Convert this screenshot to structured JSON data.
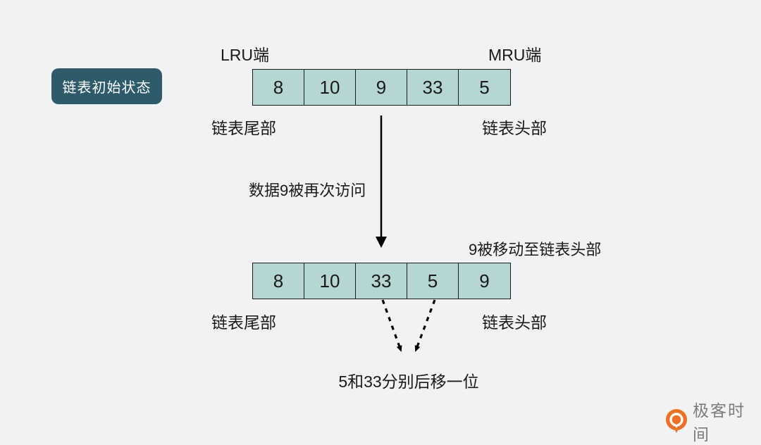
{
  "badge": {
    "label": "链表初始状态"
  },
  "list1": {
    "lru_label": "LRU端",
    "mru_label": "MRU端",
    "cells": [
      "8",
      "10",
      "9",
      "33",
      "5"
    ],
    "tail_label": "链表尾部",
    "head_label": "链表头部"
  },
  "transition": {
    "label": "数据9被再次访问"
  },
  "list2": {
    "moved_label": "9被移动至链表头部",
    "cells": [
      "8",
      "10",
      "33",
      "5",
      "9"
    ],
    "tail_label": "链表尾部",
    "head_label": "链表头部",
    "shift_label": "5和33分别后移一位"
  },
  "footer": {
    "brand": "极客时间"
  },
  "colors": {
    "background": "#f0f2f3",
    "cell_fill": "#b5d6d2",
    "cell_border": "#1a1a1a",
    "badge_bg": "#2e5b69",
    "badge_text": "#ffffff",
    "text": "#1a1a1a",
    "brand_orange": "#f07022",
    "brand_text": "#7c7c7c"
  }
}
